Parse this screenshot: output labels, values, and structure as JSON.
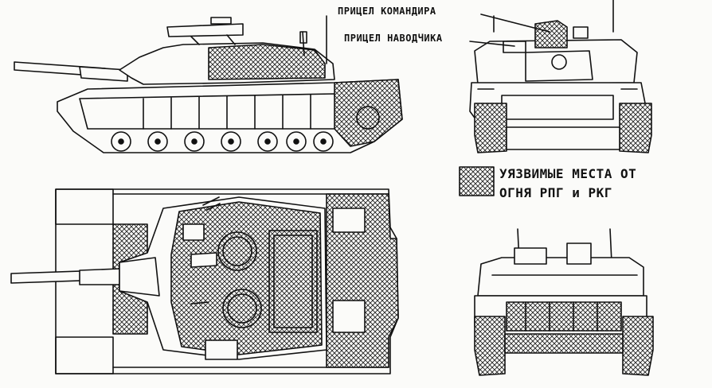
{
  "callouts": {
    "commander_sight": "ПРИЦЕЛ КОМАНДИРА",
    "gunner_sight": "ПРИЦЕЛ НАВОДЧИКА"
  },
  "legend": {
    "line1": "УЯЗВИМЫЕ МЕСТА ОТ",
    "line2": "ОГНЯ РПГ и РКГ"
  },
  "colors": {
    "ink": "#111111",
    "paper": "#fbfbf9",
    "hatch": "#222222"
  }
}
